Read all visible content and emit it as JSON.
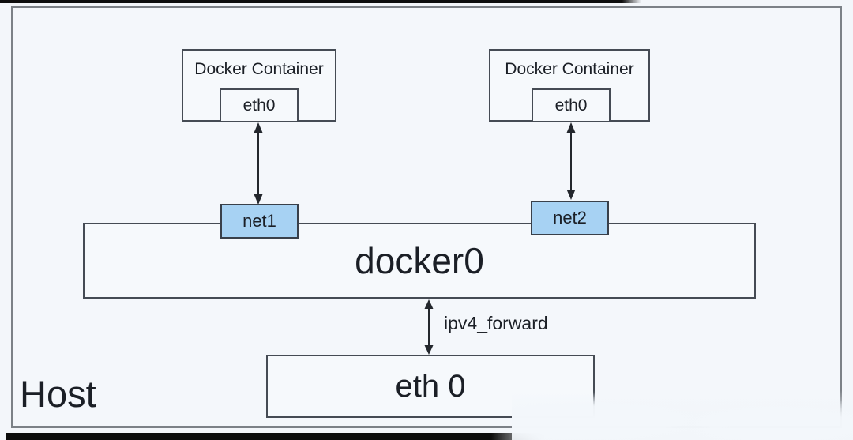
{
  "diagram": {
    "host_label": "Host",
    "bridge_label": "docker0",
    "forward_label": "ipv4_forward",
    "host_interface_label": "eth 0",
    "containers": [
      {
        "title": "Docker Container",
        "interface": "eth0",
        "veth": "net1"
      },
      {
        "title": "Docker Container",
        "interface": "eth0",
        "veth": "net2"
      }
    ],
    "colors": {
      "background": "#f3f6fa",
      "veth_fill": "#a7d2f3",
      "box_border": "#454b54",
      "outer_border": "#7c8187",
      "arrow": "#23272d",
      "text": "#1b1f26"
    }
  }
}
